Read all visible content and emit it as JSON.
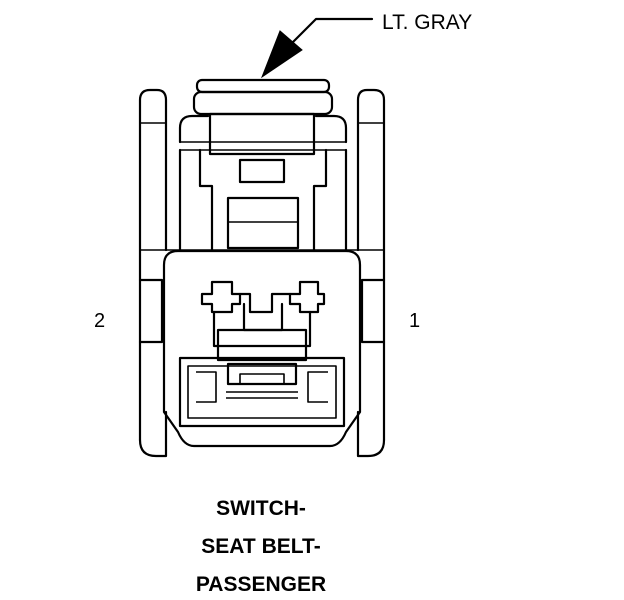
{
  "callout": {
    "color_label": "LT. GRAY"
  },
  "pins": {
    "left": "2",
    "right": "1"
  },
  "title": {
    "line1": "SWITCH-",
    "line2": "SEAT BELT-",
    "line3": "PASSENGER"
  },
  "colors": {
    "stroke": "#000000",
    "background": "#ffffff"
  }
}
